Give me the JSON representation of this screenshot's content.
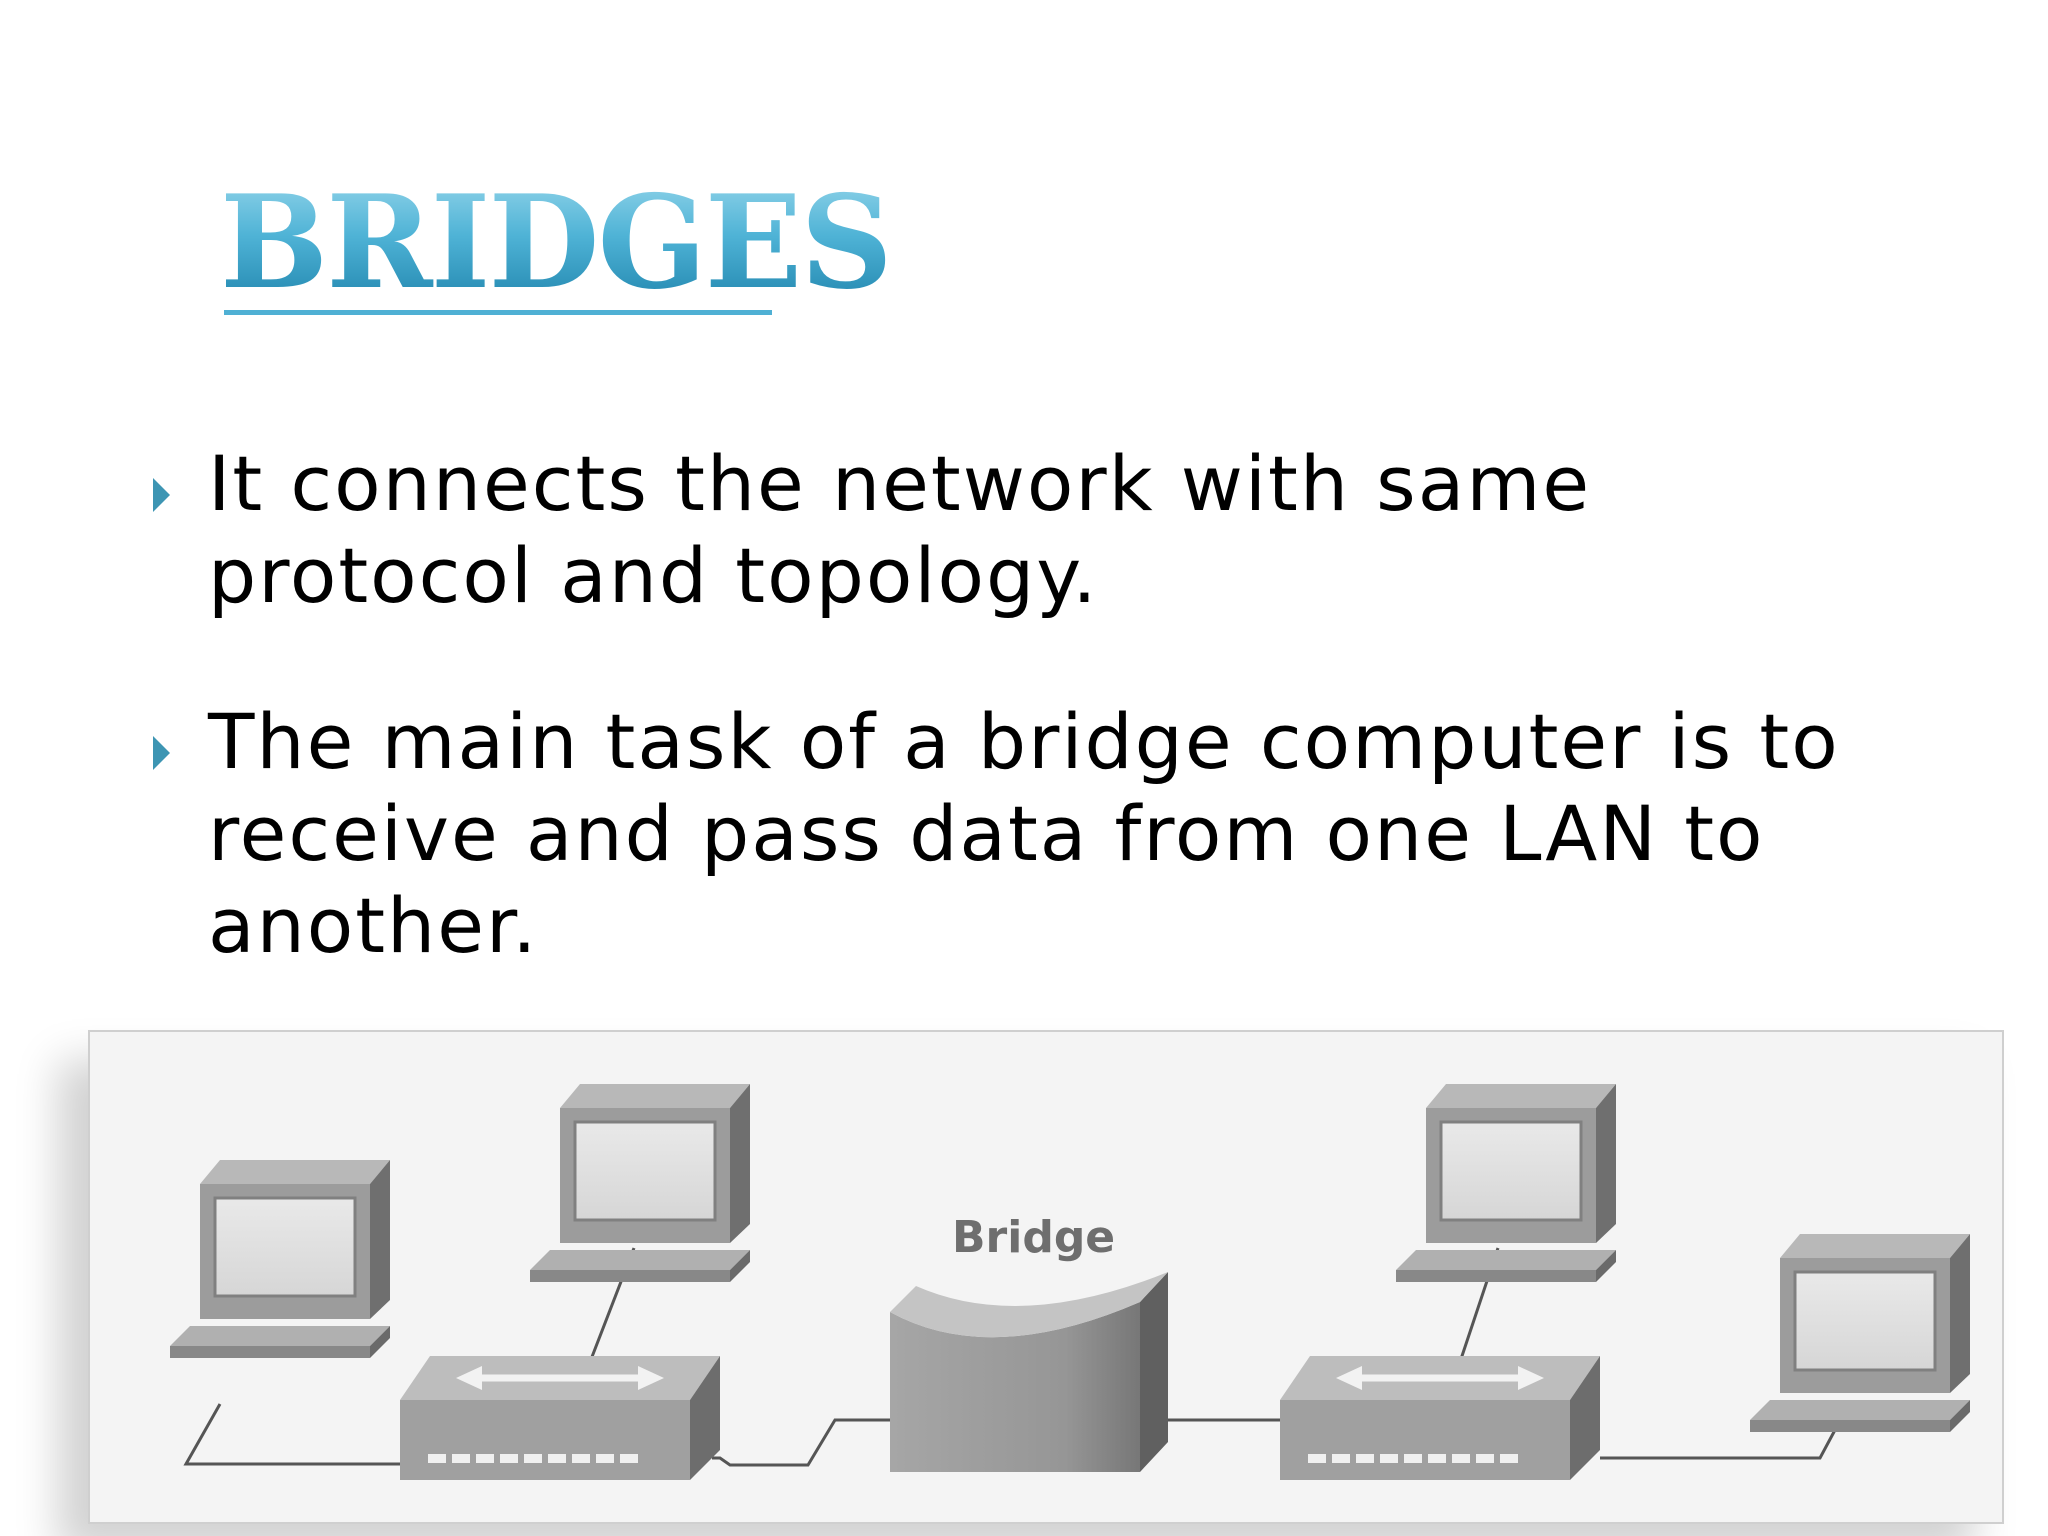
{
  "slide": {
    "title": "BRIDGES",
    "bullets": [
      "It connects the network with same protocol and topology.",
      "The main task of a bridge computer is to receive and pass data from one LAN to another."
    ]
  },
  "diagram": {
    "bridge_label": "Bridge"
  },
  "colors": {
    "title_accent": "#2a93b8",
    "bullet_marker": "#3d95b3",
    "device_gray": "#8a8a8a"
  }
}
